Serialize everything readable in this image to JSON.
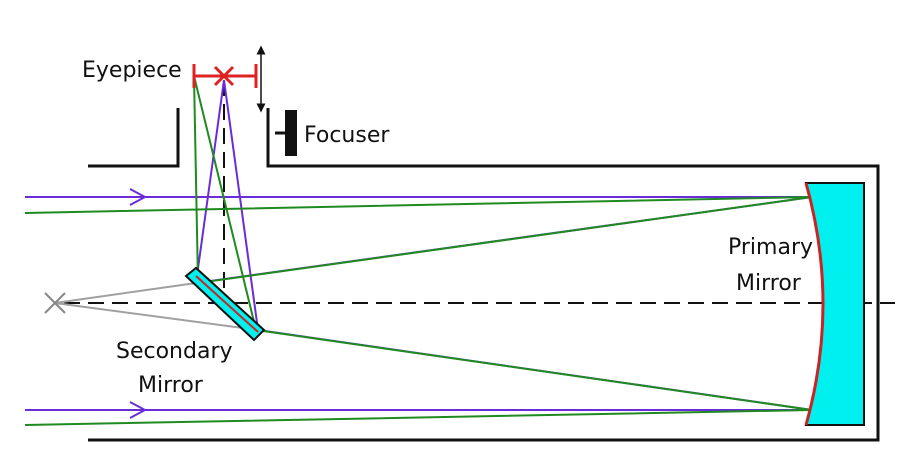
{
  "labels": {
    "eyepiece": "Eyepiece",
    "focuser": "Focuser",
    "primary_line1": "Primary",
    "primary_line2": "Mirror",
    "secondary_line1": "Secondary",
    "secondary_line2": "Mirror"
  },
  "colors": {
    "tube": "#111111",
    "purple_ray": "#6a2bd9",
    "green_ray": "#1f8a1f",
    "virtual_ray": "#a0a0a0",
    "mirror_fill": "#00f0f0",
    "mirror_surface": "#cc2222",
    "eyepiece": "#dd2222",
    "optical_axis": "#111111"
  }
}
